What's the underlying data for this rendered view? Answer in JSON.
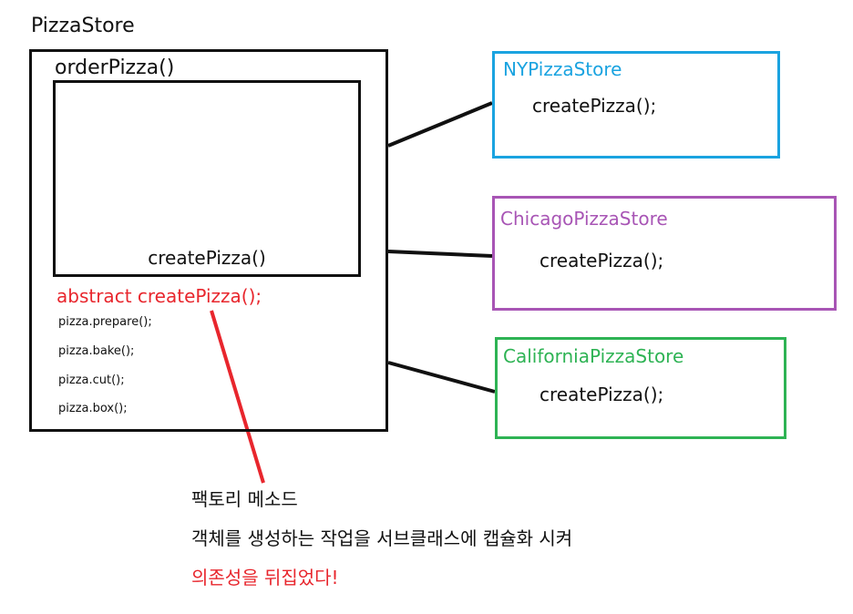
{
  "pizza_store": {
    "title": "PizzaStore",
    "order_method": "orderPizza()",
    "inner_call": "createPizza()",
    "abstract_method": "abstract createPizza();",
    "steps": [
      "pizza.prepare();",
      "pizza.bake();",
      "pizza.cut();",
      "pizza.box();"
    ]
  },
  "subclasses": [
    {
      "name": "NYPizzaStore",
      "method": "createPizza();",
      "color": "#1aa3e0"
    },
    {
      "name": "ChicagoPizzaStore",
      "method": "createPizza();",
      "color": "#a855b5"
    },
    {
      "name": "CaliforniaPizzaStore",
      "method": "createPizza();",
      "color": "#2eb354"
    }
  ],
  "annotation": {
    "title": "팩토리 메소드",
    "description": "객체를 생성하는 작업을 서브클래스에 캡슐화 시켜",
    "emphasis": "의존성을 뒤집었다!",
    "emphasis_color": "#e8262d"
  }
}
